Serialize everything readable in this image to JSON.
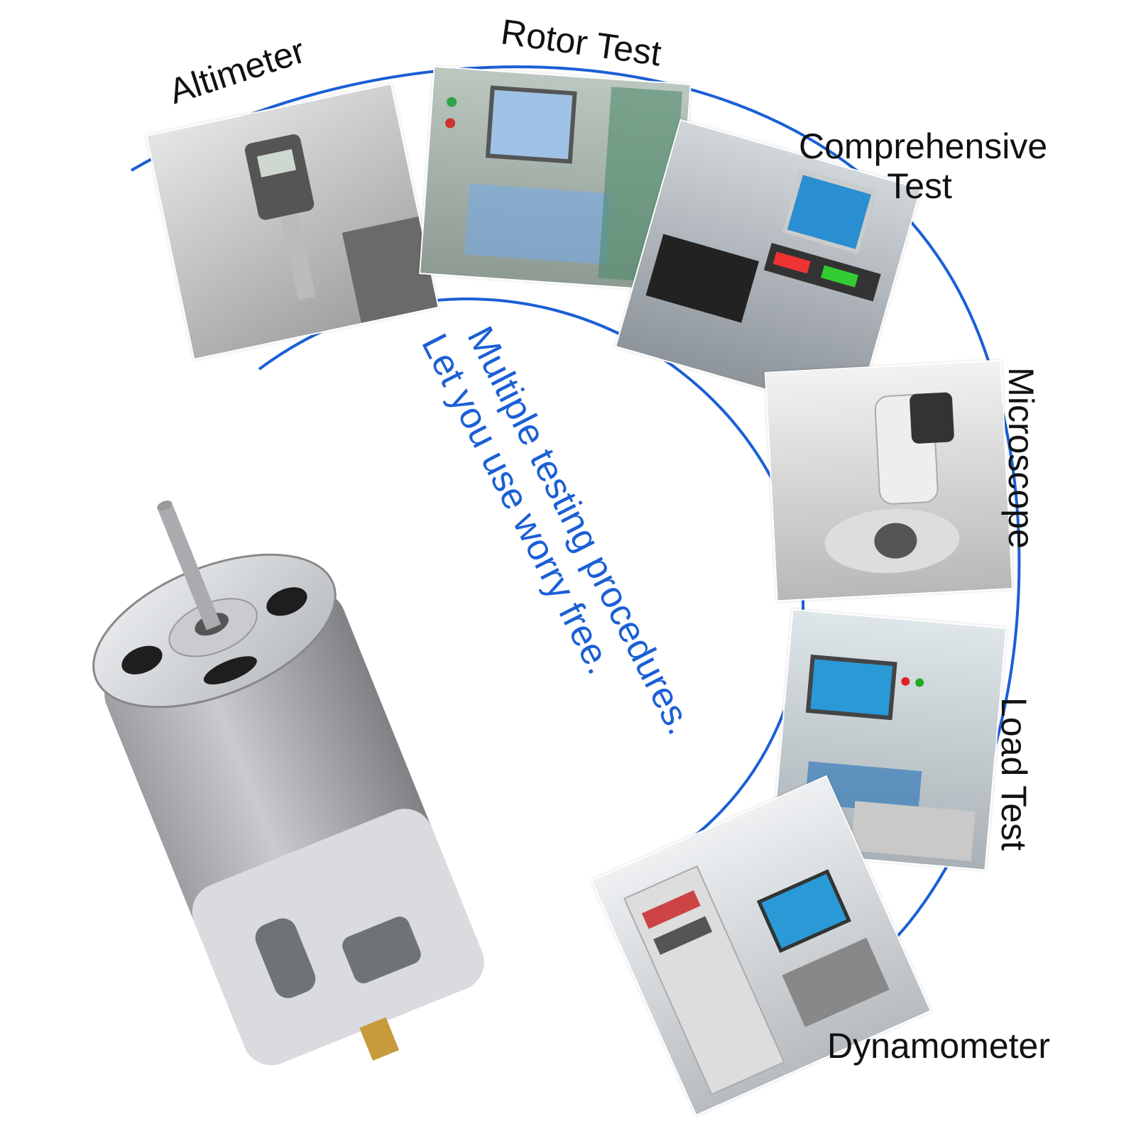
{
  "labels": {
    "altimeter": "Altimeter",
    "rotor_test": "Rotor Test",
    "comprehensive_test_line1": "Comprehensive",
    "comprehensive_test_line2": "Test",
    "microscope": "Microscope",
    "load_test": "Load Test",
    "dynamometer": "Dynamometer"
  },
  "tagline": {
    "line1": "Multiple testing procedures.",
    "line2": "Let you use worry free."
  },
  "colors": {
    "accent_blue": "#1a5fd6",
    "label_text": "#111111"
  },
  "photos": [
    {
      "name": "altimeter-photo",
      "caption": "Altimeter"
    },
    {
      "name": "rotor-test-photo",
      "caption": "Rotor Test"
    },
    {
      "name": "comprehensive-test-photo",
      "caption": "Comprehensive Test"
    },
    {
      "name": "microscope-photo",
      "caption": "Microscope"
    },
    {
      "name": "load-test-photo",
      "caption": "Load Test"
    },
    {
      "name": "dynamometer-photo",
      "caption": "Dynamometer"
    }
  ],
  "product": {
    "name": "dc-motor"
  }
}
